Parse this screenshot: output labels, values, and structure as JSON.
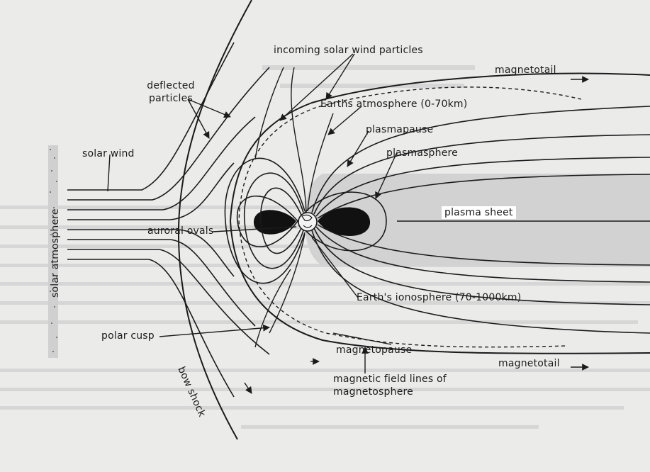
{
  "diagram": {
    "labels": {
      "incoming": "incoming solar wind particles",
      "magnetotail_top": "magnetotail",
      "deflected": "deflected particles",
      "atmosphere": "Earths atmosphere (0-70km)",
      "plasmapause": "plasmapause",
      "plasmasphere": "plasmasphere",
      "solar_wind": "solar wind",
      "plasma_sheet": "plasma sheet",
      "auroral_ovals": "auroral ovals",
      "ionosphere": "Earth's ionosphere (70-1000km)",
      "polar_cusp": "polar cusp",
      "magnetopause": "magnetopause",
      "magnetotail_bottom": "magnetotail",
      "field_lines": "magnetic field lines of magnetosphere",
      "bow_shock": "bow shock",
      "solar_atmosphere": "solar atmosphere"
    },
    "colors": {
      "ink": "#1b1b1b",
      "shade": "#d2d2d2",
      "paper": "#ebebea"
    }
  }
}
